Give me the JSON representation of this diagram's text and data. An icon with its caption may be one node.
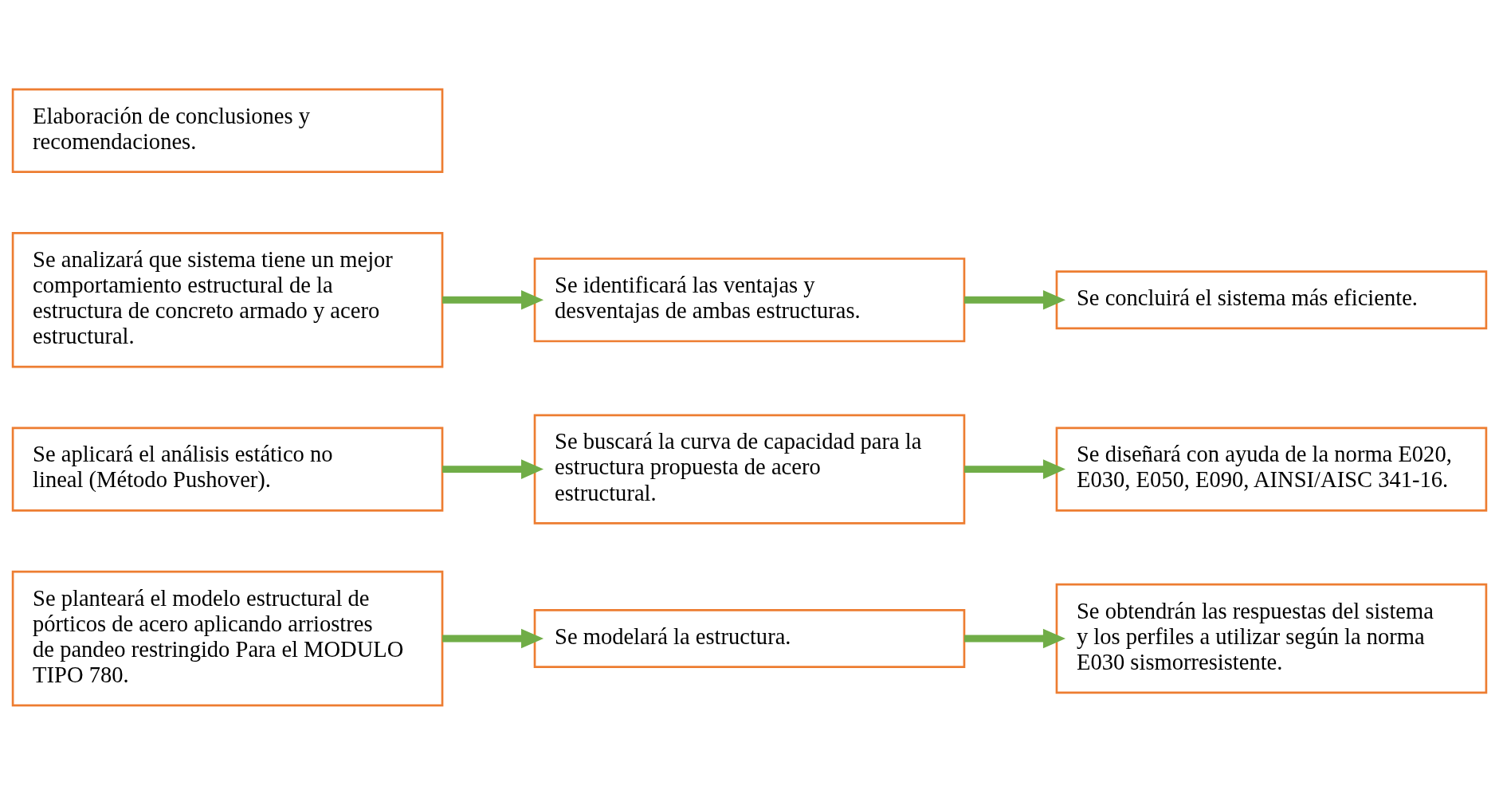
{
  "diagram": {
    "nodes": [
      {
        "text": [
          "Se planteará el modelo estructural de pórticos de acero aplicando arriostres de pandeo restringido Para el MODULO TIPO 780."
        ]
      },
      {
        "text": [
          "Se modelará la estructura."
        ]
      },
      {
        "text": [
          "Se obtendrán las respuestas del sistema y los perfiles a utilizar según la norma E030 sismorresistente."
        ]
      },
      {
        "text": [
          "Se aplicará el análisis estático no lineal (Método Pushover)."
        ]
      },
      {
        "text": [
          "Se buscará la curva de capacidad para la estructura propuesta de acero estructural."
        ]
      },
      {
        "text": [
          "Se diseñará con ayuda de la norma E020, E030, E050, E090, AINSI/AISC 341-16."
        ]
      },
      {
        "text": [
          "Se analizará que sistema tiene un mejor comportamiento estructural de la estructura de concreto armado y acero estructural."
        ]
      },
      {
        "text": [
          "Se identificará las ventajas y desventajas de ambas estructuras."
        ]
      },
      {
        "text": [
          "Se concluirá el sistema más eficiente."
        ]
      },
      {
        "text": [
          "Elaboración de conclusiones y recomendaciones."
        ]
      }
    ],
    "edges": [
      {
        "from": 0,
        "to": 1,
        "arrow": "to"
      },
      {
        "from": 1,
        "to": 2,
        "arrow": "to"
      },
      {
        "from": 3,
        "to": 4,
        "arrow": "to"
      },
      {
        "from": 4,
        "to": 5,
        "arrow": "to"
      },
      {
        "from": 6,
        "to": 7,
        "arrow": "to"
      },
      {
        "from": 7,
        "to": 8,
        "arrow": "to"
      }
    ]
  }
}
